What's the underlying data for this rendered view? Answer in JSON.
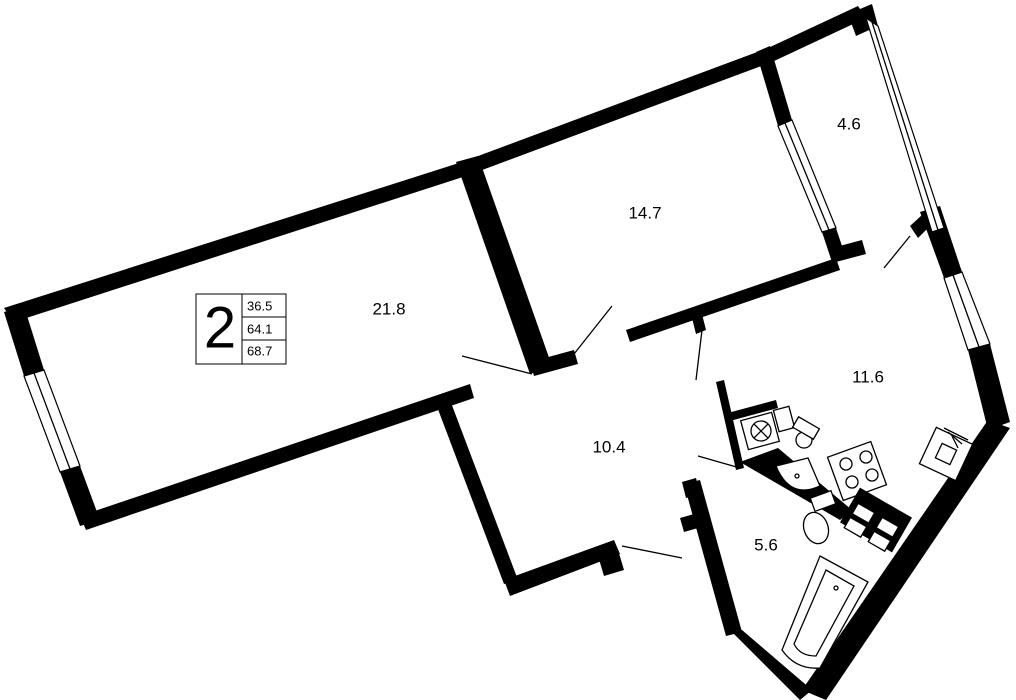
{
  "apartment": {
    "rooms": "2",
    "areas": [
      "36.5",
      "64.1",
      "68.7"
    ]
  },
  "room_labels": {
    "living": "21.8",
    "bedroom": "14.7",
    "balcony": "4.6",
    "kitchen": "11.6",
    "hall": "10.4",
    "bathroom": "5.6"
  },
  "colors": {
    "wall": "#000000",
    "background": "#ffffff"
  }
}
